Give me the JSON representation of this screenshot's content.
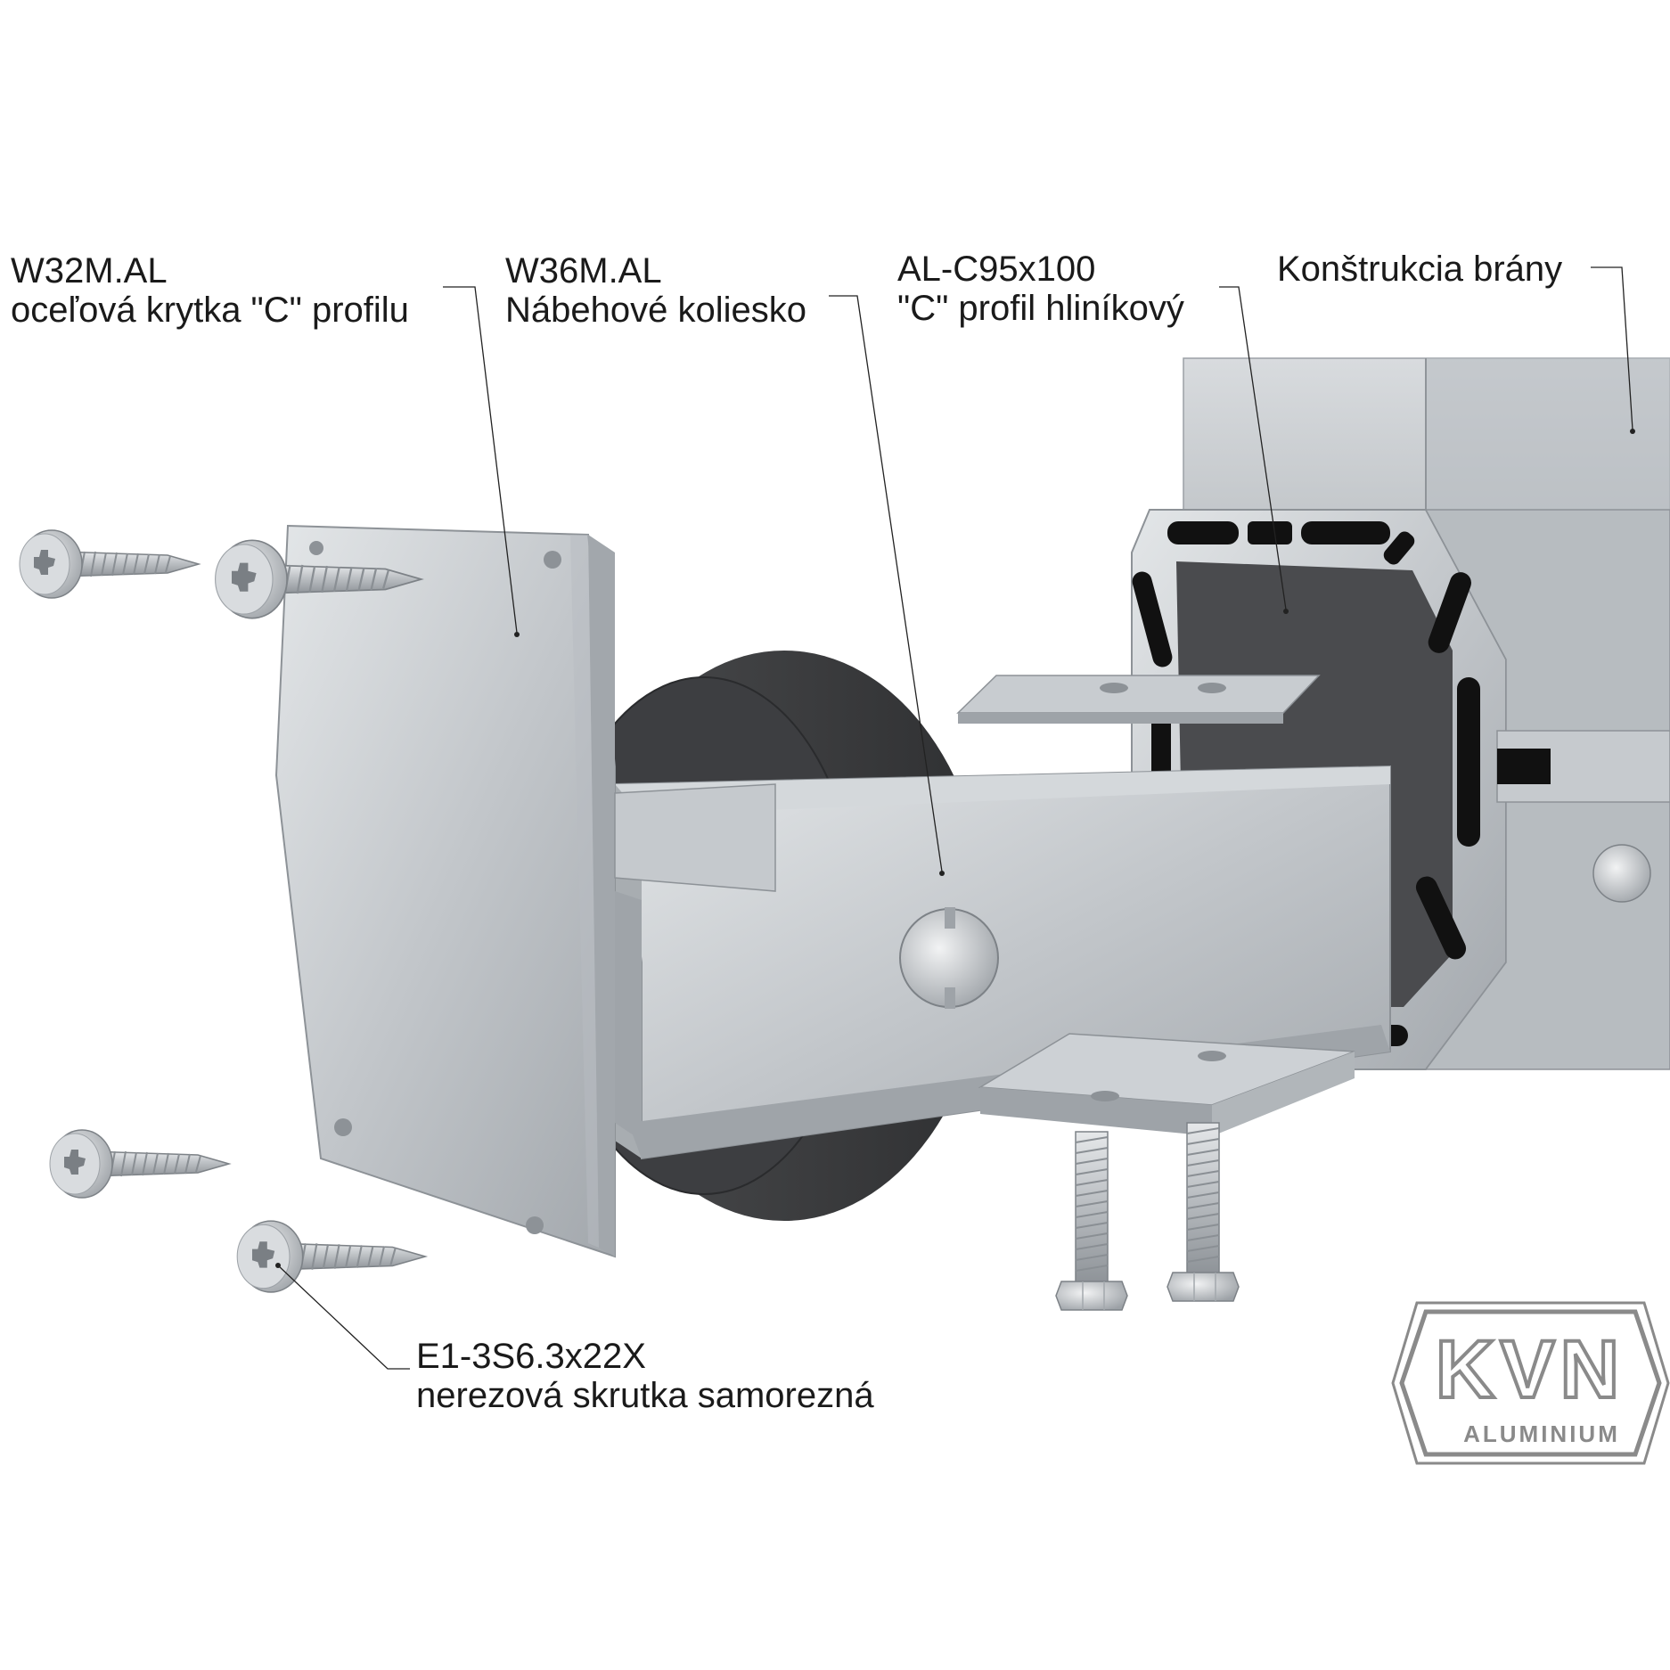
{
  "colors": {
    "aluminium_light": "#cfd3d6",
    "aluminium_mid": "#b4b9bd",
    "aluminium_dark": "#8d9297",
    "rubber": "#3b3c3e",
    "profile_slots": "#111111",
    "leader_line": "#222222",
    "logo_grey": "#8a8a8a"
  },
  "callouts": {
    "cover": {
      "code": "W32M.AL",
      "description": "oceľová krytka \"C\" profilu"
    },
    "wheel": {
      "code": "W36M.AL",
      "description": "Nábehové koliesko"
    },
    "profile": {
      "code": "AL-C95x100",
      "description": "\"C\" profil hliníkový"
    },
    "gate": {
      "description": "Konštrukcia brány"
    },
    "screw": {
      "code": "E1-3S6.3x22X",
      "description": "nerezová skrutka samorezná"
    }
  },
  "logo": {
    "brand": "KVN",
    "sub": "ALUMINIUM"
  },
  "icons": [
    "torx-screw-icon",
    "hex-bolt-icon",
    "rubber-wheel-icon",
    "end-cover-plate-icon",
    "c-profile-icon"
  ]
}
